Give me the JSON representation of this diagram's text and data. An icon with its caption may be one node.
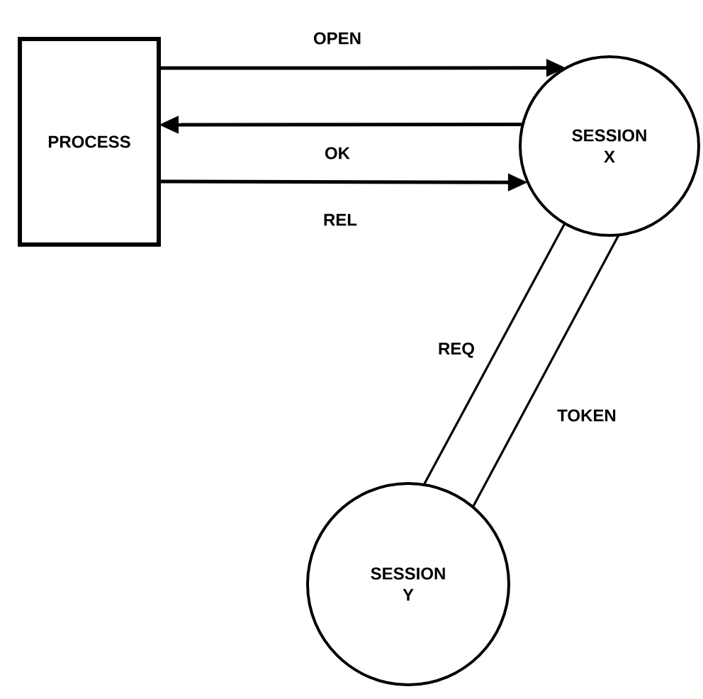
{
  "diagram": {
    "nodes": [
      {
        "text": [
          "PROCESS"
        ]
      },
      {
        "text": [
          "SESSION X"
        ]
      },
      {
        "text": [
          "SESSION Y"
        ]
      }
    ],
    "edges": [
      {
        "from": 0,
        "to": 1,
        "arrow": "to",
        "label": "OPEN"
      },
      {
        "from": 1,
        "to": 0,
        "arrow": "to",
        "label": "OK"
      },
      {
        "from": 0,
        "to": 1,
        "arrow": "to",
        "label": "REL"
      },
      {
        "from": 2,
        "to": 1,
        "arrow": "none",
        "label": "REQ"
      },
      {
        "from": 2,
        "to": 1,
        "arrow": "none",
        "label": "TOKEN"
      }
    ]
  }
}
